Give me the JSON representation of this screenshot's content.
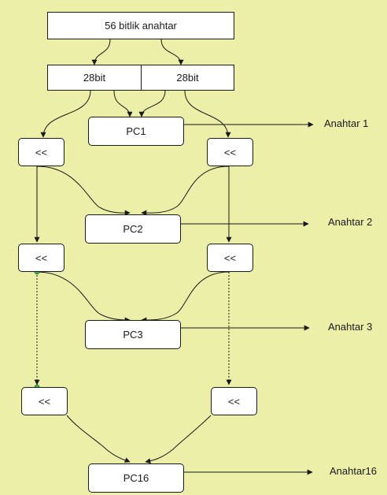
{
  "diagram": {
    "key_box": "56 bitlik anahtar",
    "halves": {
      "left": "28bit",
      "right": "28bit"
    },
    "shift_label": "<<",
    "pc_boxes": [
      "PC1",
      "PC2",
      "PC3",
      "PC16"
    ],
    "outputs": [
      "Anahtar 1",
      "Anahtar 2",
      "Anahtar 3",
      "Anahtar16"
    ],
    "colors": {
      "background": "#ebefa8",
      "box_fill": "#ffffff",
      "line": "#1a1a1a",
      "continuation_dot": "#39b54a"
    }
  }
}
